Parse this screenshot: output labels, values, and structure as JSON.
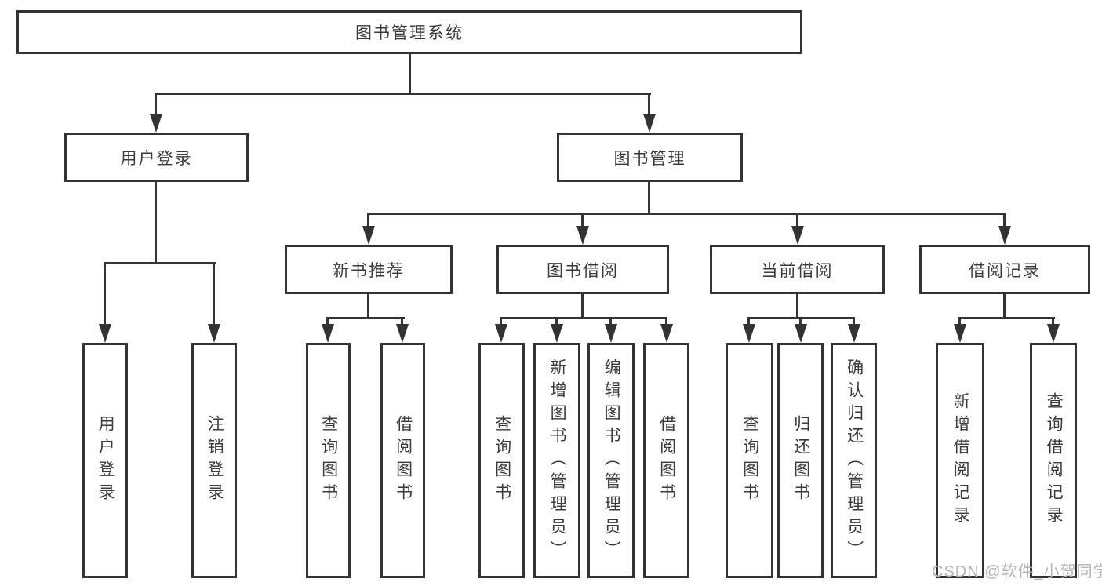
{
  "tree": {
    "root": {
      "label": "图书管理系统",
      "children": [
        {
          "label": "用户登录",
          "children": [
            {
              "label": "用户登录"
            },
            {
              "label": "注销登录"
            }
          ]
        },
        {
          "label": "图书管理",
          "children": [
            {
              "label": "新书推荐",
              "children": [
                {
                  "label": "查询图书"
                },
                {
                  "label": "借阅图书"
                }
              ]
            },
            {
              "label": "图书借阅",
              "children": [
                {
                  "label": "查询图书"
                },
                {
                  "label": "新增图书（管理员）"
                },
                {
                  "label": "编辑图书（管理员）"
                },
                {
                  "label": "借阅图书"
                }
              ]
            },
            {
              "label": "当前借阅",
              "children": [
                {
                  "label": "查询图书"
                },
                {
                  "label": "归还图书"
                },
                {
                  "label": "确认归还（管理员）"
                }
              ]
            },
            {
              "label": "借阅记录",
              "children": [
                {
                  "label": "新增借阅记录"
                },
                {
                  "label": "查询借阅记录"
                }
              ]
            }
          ]
        }
      ]
    }
  },
  "watermark": {
    "text": "CSDN @软件_小贺同学"
  },
  "colors": {
    "line": "#333333",
    "box_border": "#333333",
    "box_fill": "#ffffff",
    "text": "#3a3a3a",
    "watermark": "#b5b5b5",
    "background": "#ffffff"
  }
}
